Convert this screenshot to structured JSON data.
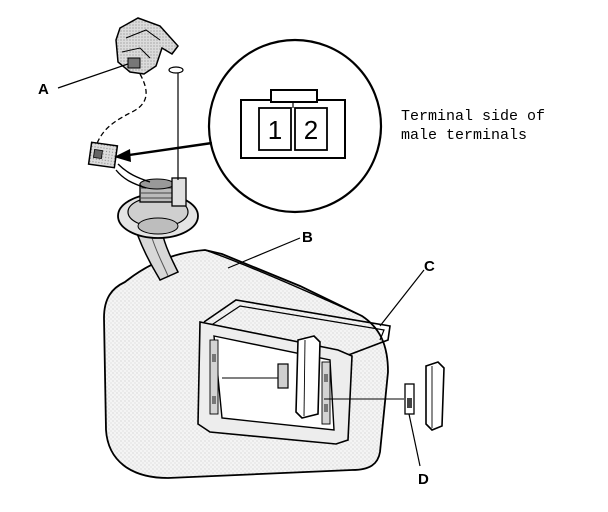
{
  "callouts": {
    "a": "A",
    "b": "B",
    "c": "C",
    "d": "D"
  },
  "connector": {
    "pin_1": "1",
    "pin_2": "2",
    "note_line_1": "Terminal side of",
    "note_line_2": "male terminals"
  }
}
